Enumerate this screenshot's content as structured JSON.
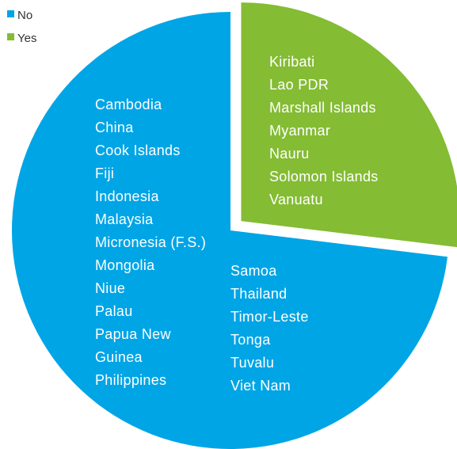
{
  "chart_data": {
    "type": "pie",
    "title": "",
    "colors": {
      "No": "#00a5e6",
      "Yes": "#84bc34"
    },
    "legend": {
      "position": "top-left",
      "entries": [
        "No",
        "Yes"
      ]
    },
    "slices": [
      {
        "name": "No",
        "value": 19,
        "countries": [
          "Cambodia",
          "China",
          "Cook Islands",
          "Fiji",
          "Indonesia",
          "Malaysia",
          "Micronesia (F.S.)",
          "Mongolia",
          "Niue",
          "Palau",
          "Papua New",
          "Guinea",
          "Philippines",
          "Samoa",
          "Thailand",
          "Timor-Leste",
          "Tonga",
          "Tuvalu",
          "Viet Nam"
        ]
      },
      {
        "name": "Yes",
        "value": 7,
        "countries": [
          "Kiribati",
          "Lao PDR",
          "Marshall Islands",
          "Myanmar",
          "Nauru",
          "Solomon Islands",
          "Vanuatu"
        ]
      }
    ]
  }
}
